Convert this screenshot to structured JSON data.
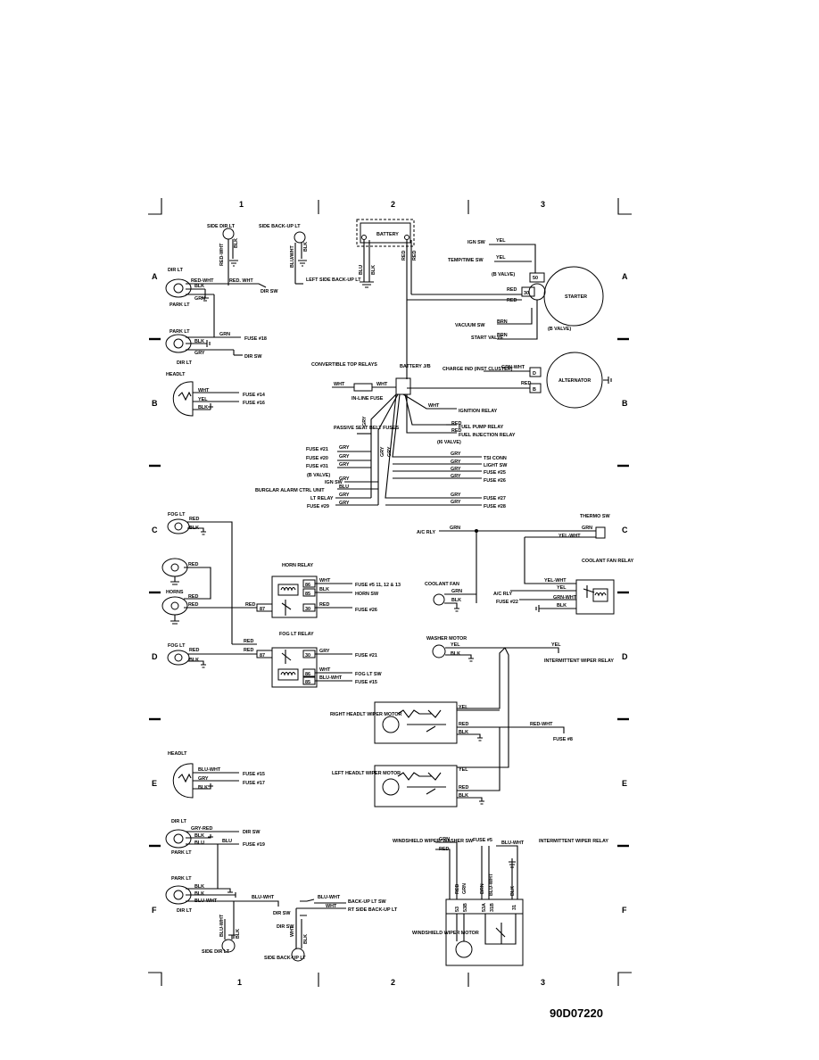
{
  "figure_code": "90D07220",
  "grid": {
    "columns": [
      "1",
      "2",
      "3"
    ],
    "rows": [
      "A",
      "B",
      "C",
      "D",
      "E",
      "F"
    ]
  },
  "components": {
    "side_dir_lt_top": "SIDE DIR LT",
    "side_backup_lt_top": "SIDE BACK-UP LT",
    "left_side_backup": "LEFT SIDE BACK-UP LT",
    "battery": "BATTERY",
    "starter": "STARTER",
    "alternator": "ALTERNATOR",
    "dir_lt": "DIR LT",
    "park_lt": "PARK LT",
    "headlt": "HEADLT",
    "convertible_top": "CONVERTIBLE TOP RELAYS",
    "battery_jb": "BATTERY J/B",
    "inline_fuse": "IN-LINE FUSE",
    "passive_belt": "PASSIVE SEAT BELT FUSES",
    "fog_lt": "FOG LT",
    "horns": "HORNS",
    "horn_relay": "HORN RELAY",
    "fog_lt_relay": "FOG LT RELAY",
    "coolant_fan": "COOLANT FAN",
    "coolant_fan_relay": "COOLANT FAN RELAY",
    "thermo_sw": "THERMO SW",
    "washer_motor": "WASHER MOTOR",
    "intermittent_relay": "INTERMITTENT WIPER RELAY",
    "right_headlt_wiper": "RIGHT HEADLT WIPER MOTOR",
    "left_headlt_wiper": "LEFT HEADLT WIPER MOTOR",
    "windshield_wiper_sw": "WINDSHIELD WIPER/ WASHER SW",
    "windshield_wiper_motor": "WINDSHIELD WIPER MOTOR",
    "dir_sw": "DIR SW",
    "side_dir_lt_bottom": "SIDE DIR LT",
    "side_backup_lt_bottom": "SIDE BACK-UP LT"
  },
  "destinations": {
    "ign_sw": "IGN SW",
    "temp_time_sw": "TEMP/TIME SW",
    "b_valve": "(B VALVE)",
    "vacuum_sw": "VACUUM SW",
    "start_valve": "START VALVE",
    "charge_ind": "CHARGE IND (INST CLUSTER)",
    "ignition_relay": "IGNITION RELAY",
    "fuel_pump_relay": "FUEL PUMP RELAY",
    "fuel_injection_relay": "FUEL INJECTION RELAY",
    "i6_valve": "(I6 VALVE)",
    "tsi_conn": "TSI CONN",
    "light_sw": "LIGHT SW",
    "fuse_25": "FUSE #25",
    "fuse_26": "FUSE #26",
    "fuse_27": "FUSE #27",
    "fuse_28": "FUSE #28",
    "fuse_21": "FUSE #21",
    "fuse_20": "FUSE #20",
    "fuse_31": "FUSE #31",
    "b_valve_2": "(B VALVE)",
    "burglar": "BURGLAR ALARM CTRL UNIT",
    "lt_relay": "LT RELAY",
    "fuse_29": "FUSE #29",
    "fuse_18": "FUSE #18",
    "fuse_14": "FUSE #14",
    "fuse_16": "FUSE #16",
    "horn_fuses": "FUSE #5 11, 12 & 13",
    "horn_sw": "HORN SW",
    "fuse_26b": "FUSE #26",
    "fuse_21b": "FUSE #21",
    "fog_lt_sw": "FOG LT SW",
    "fuse_15": "FUSE #15",
    "a_c_rly": "A/C RLY",
    "a_c_rly_2": "A/C RLY",
    "fuse_22": "FUSE #22",
    "fuse_8": "FUSE #8",
    "fuse_15b": "FUSE #15",
    "fuse_17": "FUSE #17",
    "fuse_19": "FUSE #19",
    "fuse_5": "FUSE #5",
    "intermittent_relay_2": "INTERMITTENT WIPER RELAY",
    "backup_lt_sw": "BACK-UP LT SW",
    "rt_side_backup": "RT SIDE BACK-UP LT"
  },
  "wire_colors": {
    "red": "RED",
    "blk": "BLK",
    "grn": "GRN",
    "gry": "GRY",
    "yel": "YEL",
    "wht": "WHT",
    "blu": "BLU",
    "brn": "BRN",
    "red_wht": "RED-WHT",
    "red_wht_2": "RED. WHT",
    "grn_wht": "GRN-WHT",
    "blu_wht": "BLU-WHT",
    "yel_wht": "YEL-WHT",
    "gry_red": "GRY-RED",
    "red_wht_v": "RED-WHT",
    "blu_wht_v": "BLU/WHT"
  },
  "terminals": {
    "t30": "30",
    "t50": "50",
    "t87": "87",
    "t86": "86",
    "t85": "85",
    "tD": "D",
    "tB": "B",
    "t53": "53",
    "t53b": "53B",
    "t53a": "53A",
    "t31b": "31B",
    "t31": "31"
  }
}
